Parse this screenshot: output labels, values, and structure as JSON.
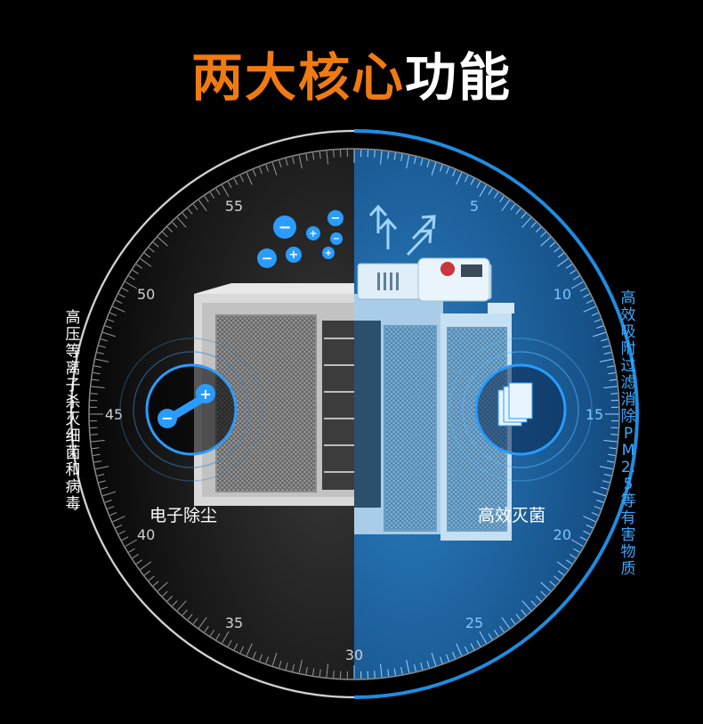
{
  "title": {
    "highlight": "两大核心",
    "rest": "功能"
  },
  "left_feature": {
    "caption": "电子除尘",
    "side_text": "高压等离子杀灭细菌和病毒"
  },
  "right_feature": {
    "caption": "高效灭菌",
    "side_text": "高效吸附过滤消除PM2.5等有害物质"
  },
  "dial": {
    "ticks": [
      "5",
      "10",
      "15",
      "20",
      "25",
      "30",
      "35",
      "40",
      "45",
      "50",
      "55"
    ]
  },
  "ion_signs": [
    "−",
    "−",
    "+",
    "−",
    "−",
    "+",
    "+"
  ],
  "colors": {
    "accent_orange": "#f07a12",
    "accent_blue": "#2a9cff",
    "background": "#000000"
  }
}
